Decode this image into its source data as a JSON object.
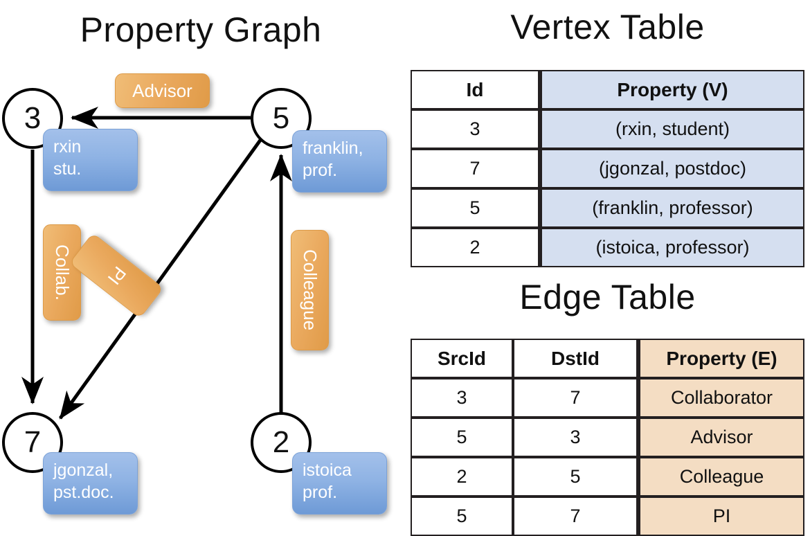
{
  "titles": {
    "property_graph": "Property Graph",
    "vertex_table": "Vertex Table",
    "edge_table": "Edge Table"
  },
  "colors": {
    "vertex_property_fill": "#d5dff0",
    "edge_property_fill": "#f4ddc3",
    "node_box_blue": "#8fb3e4",
    "edge_label_orange": "#eaa95e",
    "stroke": "#000000"
  },
  "graph": {
    "nodes": [
      {
        "id": "3",
        "property_line1": "rxin",
        "property_line2": "stu."
      },
      {
        "id": "5",
        "property_line1": "franklin,",
        "property_line2": "prof."
      },
      {
        "id": "7",
        "property_line1": "jgonzal,",
        "property_line2": "pst.doc."
      },
      {
        "id": "2",
        "property_line1": "istoica",
        "property_line2": "prof."
      }
    ],
    "edge_labels": [
      {
        "key": "advisor",
        "text": "Advisor"
      },
      {
        "key": "collab",
        "text": "Collab."
      },
      {
        "key": "pi",
        "text": "PI"
      },
      {
        "key": "colleague",
        "text": "Colleague"
      }
    ],
    "edges": [
      {
        "from": "5",
        "to": "3",
        "label": "Advisor"
      },
      {
        "from": "3",
        "to": "7",
        "label": "Collab."
      },
      {
        "from": "5",
        "to": "7",
        "label": "PI"
      },
      {
        "from": "2",
        "to": "5",
        "label": "Colleague"
      }
    ]
  },
  "vertex_table": {
    "columns": [
      "Id",
      "Property (V)"
    ],
    "rows": [
      {
        "id": "3",
        "property": "(rxin, student)"
      },
      {
        "id": "7",
        "property": "(jgonzal, postdoc)"
      },
      {
        "id": "5",
        "property": "(franklin, professor)"
      },
      {
        "id": "2",
        "property": "(istoica, professor)"
      }
    ]
  },
  "edge_table": {
    "columns": [
      "SrcId",
      "DstId",
      "Property (E)"
    ],
    "rows": [
      {
        "src": "3",
        "dst": "7",
        "property": "Collaborator"
      },
      {
        "src": "5",
        "dst": "3",
        "property": "Advisor"
      },
      {
        "src": "2",
        "dst": "5",
        "property": "Colleague"
      },
      {
        "src": "5",
        "dst": "7",
        "property": "PI"
      }
    ]
  }
}
